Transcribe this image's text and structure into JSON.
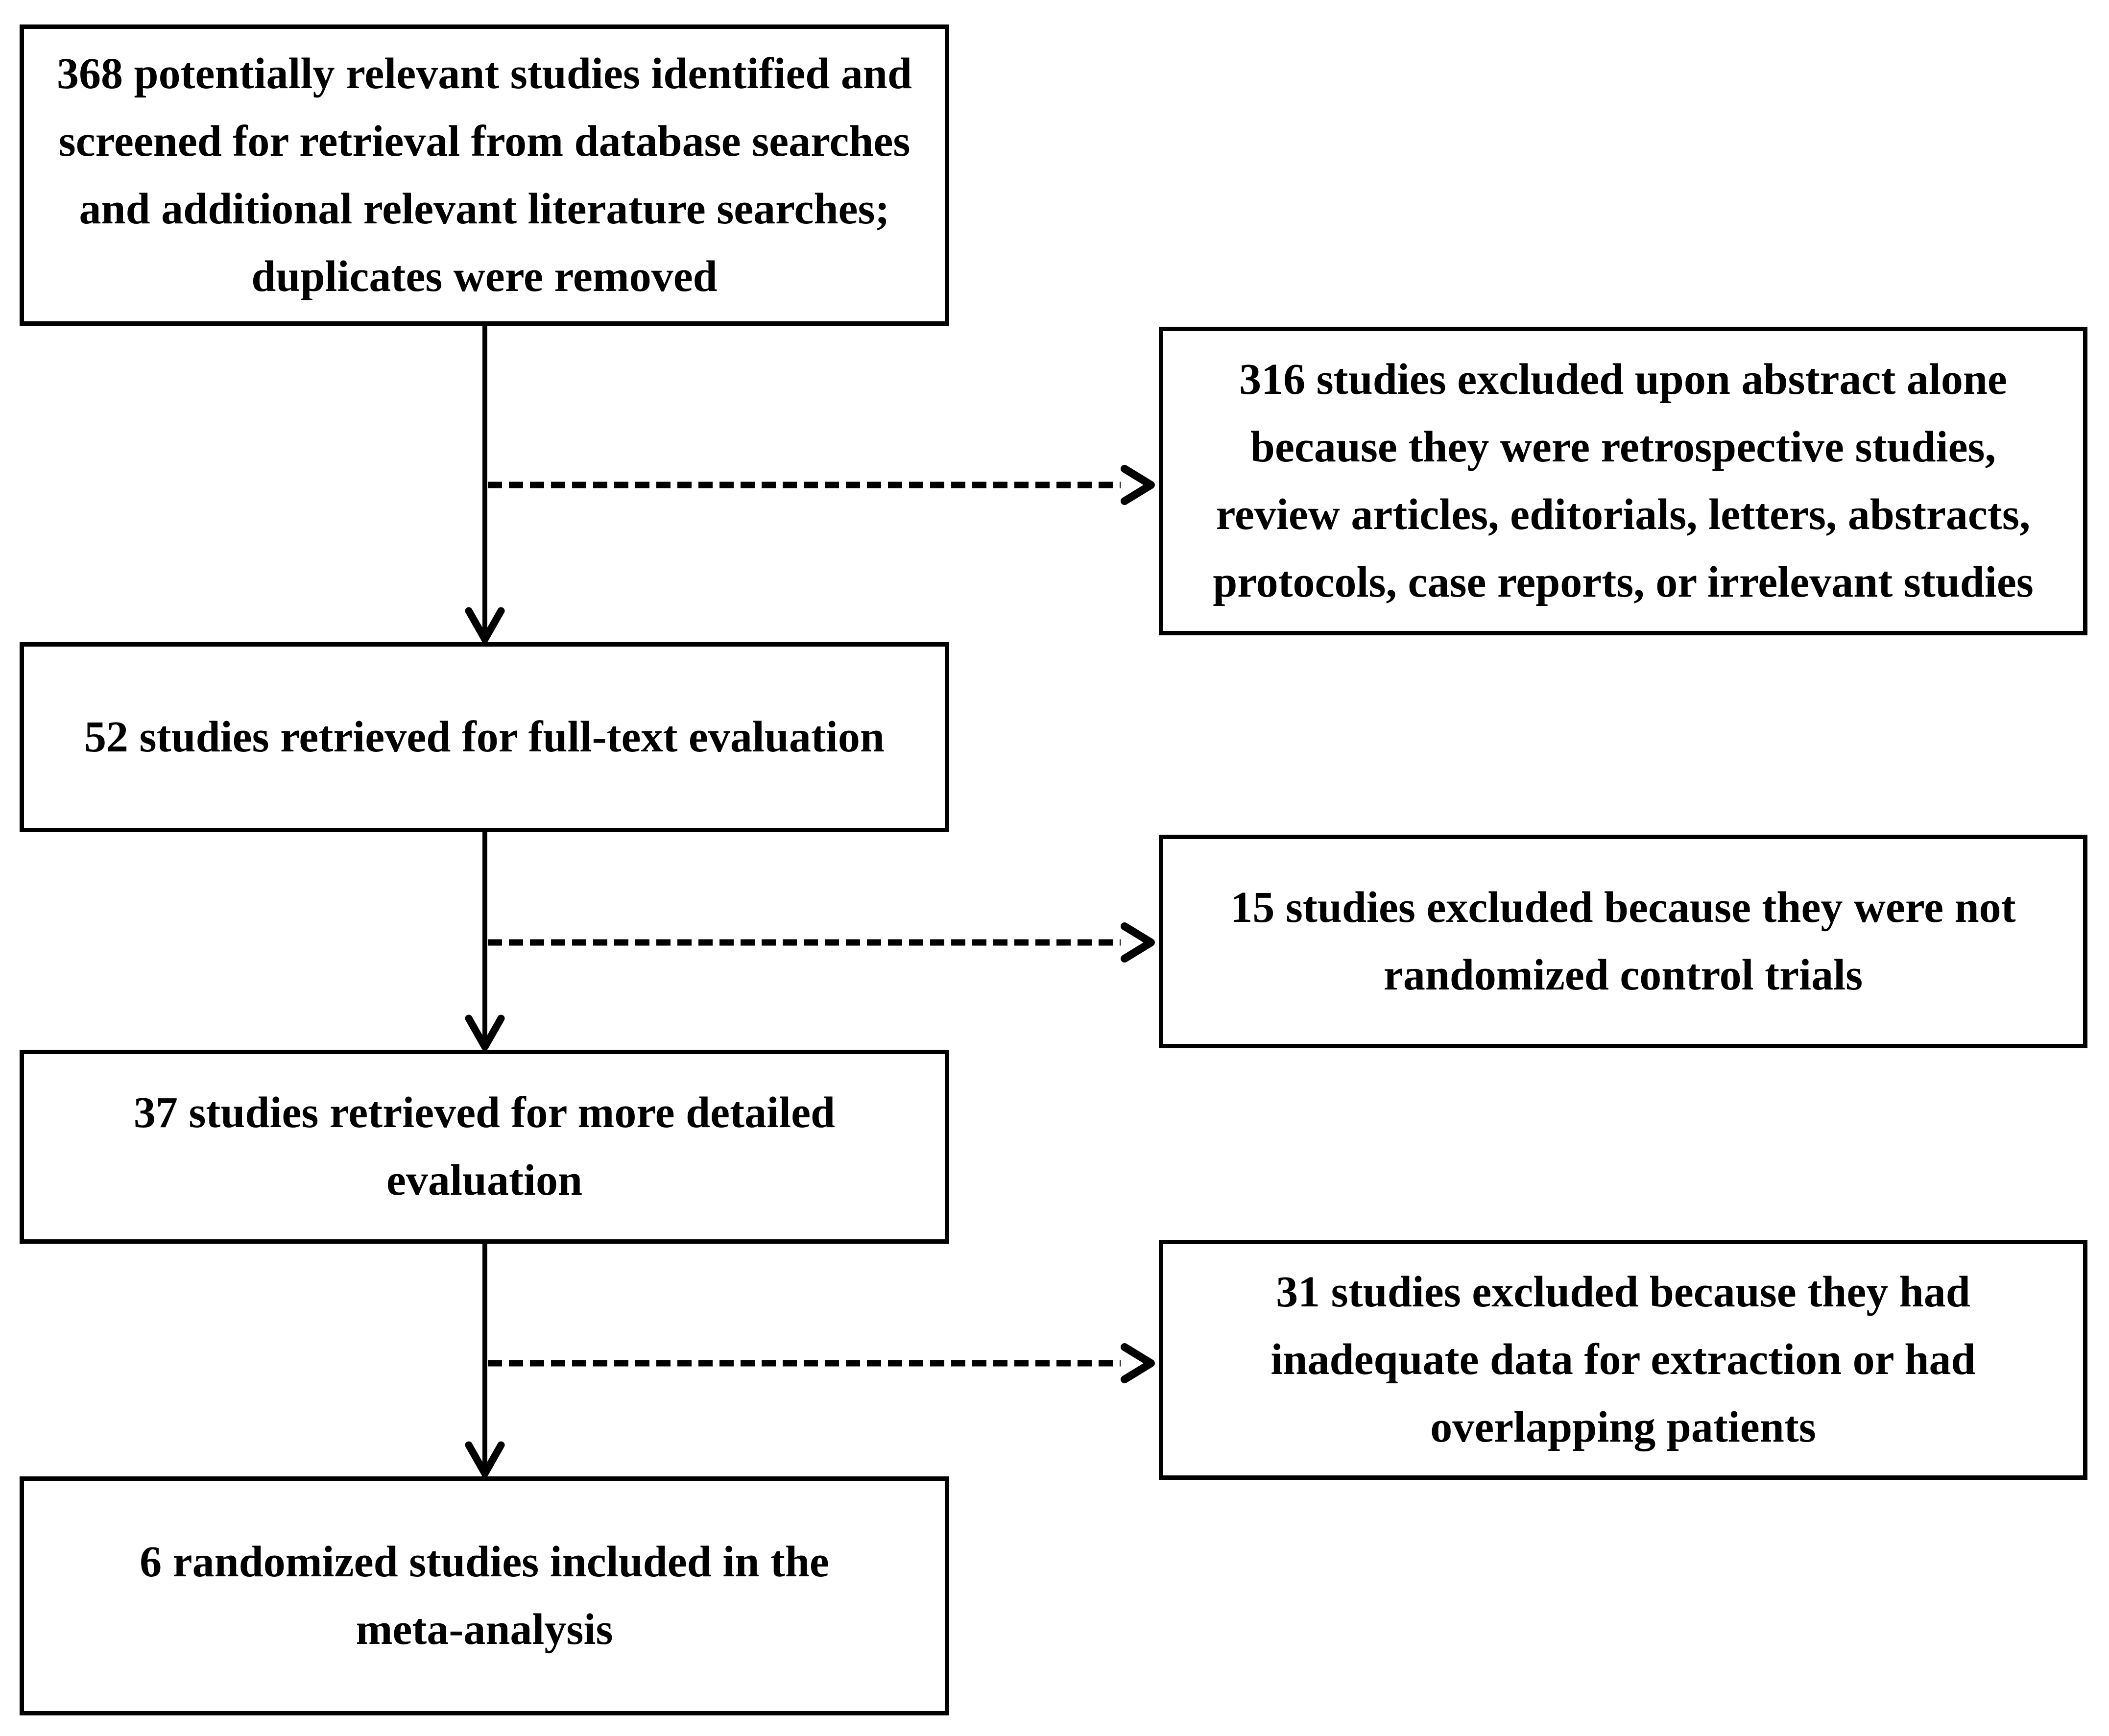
{
  "figure": {
    "type": "study-selection-flow-diagram",
    "background_color": "#ffffff",
    "line_color": "#000000",
    "text_color": "#000000"
  },
  "flowchart": {
    "nodes": [
      {
        "id": "studies-identified",
        "column": "left",
        "count": 368,
        "lines": [
          "368 potentially relevant studies identified and",
          "screened for retrieval from database searches",
          "and additional relevant literature searches;",
          "duplicates were removed"
        ]
      },
      {
        "id": "excluded-on-abstract",
        "column": "right",
        "count": 316,
        "lines": [
          "316 studies excluded upon abstract alone",
          "because they were retrospective studies,",
          "review articles, editorials, letters, abstracts,",
          "protocols, case reports, or irrelevant studies"
        ]
      },
      {
        "id": "fulltext-evaluation",
        "column": "left",
        "count": 52,
        "lines": [
          "52 studies retrieved for full-text evaluation"
        ]
      },
      {
        "id": "excluded-not-rct",
        "column": "right",
        "count": 15,
        "lines": [
          "15 studies excluded because they were not",
          "randomized control trials"
        ]
      },
      {
        "id": "detailed-evaluation",
        "column": "left",
        "count": 37,
        "lines": [
          "37 studies retrieved for more detailed",
          "evaluation"
        ]
      },
      {
        "id": "excluded-inadequate-data",
        "column": "right",
        "count": 31,
        "lines": [
          "31 studies excluded because they had",
          "inadequate data for extraction or had",
          "overlapping patients"
        ]
      },
      {
        "id": "included-meta-analysis",
        "column": "left",
        "count": 6,
        "lines": [
          "6 randomized studies included in the",
          "meta-analysis"
        ]
      }
    ],
    "edges": [
      {
        "from": "studies-identified",
        "to": "fulltext-evaluation",
        "style": "solid",
        "direction": "down"
      },
      {
        "from": "studies-identified",
        "to": "excluded-on-abstract",
        "style": "dashed",
        "direction": "right"
      },
      {
        "from": "fulltext-evaluation",
        "to": "detailed-evaluation",
        "style": "solid",
        "direction": "down"
      },
      {
        "from": "fulltext-evaluation",
        "to": "excluded-not-rct",
        "style": "dashed",
        "direction": "right"
      },
      {
        "from": "detailed-evaluation",
        "to": "included-meta-analysis",
        "style": "solid",
        "direction": "down"
      },
      {
        "from": "detailed-evaluation",
        "to": "excluded-inadequate-data",
        "style": "dashed",
        "direction": "right"
      }
    ]
  }
}
